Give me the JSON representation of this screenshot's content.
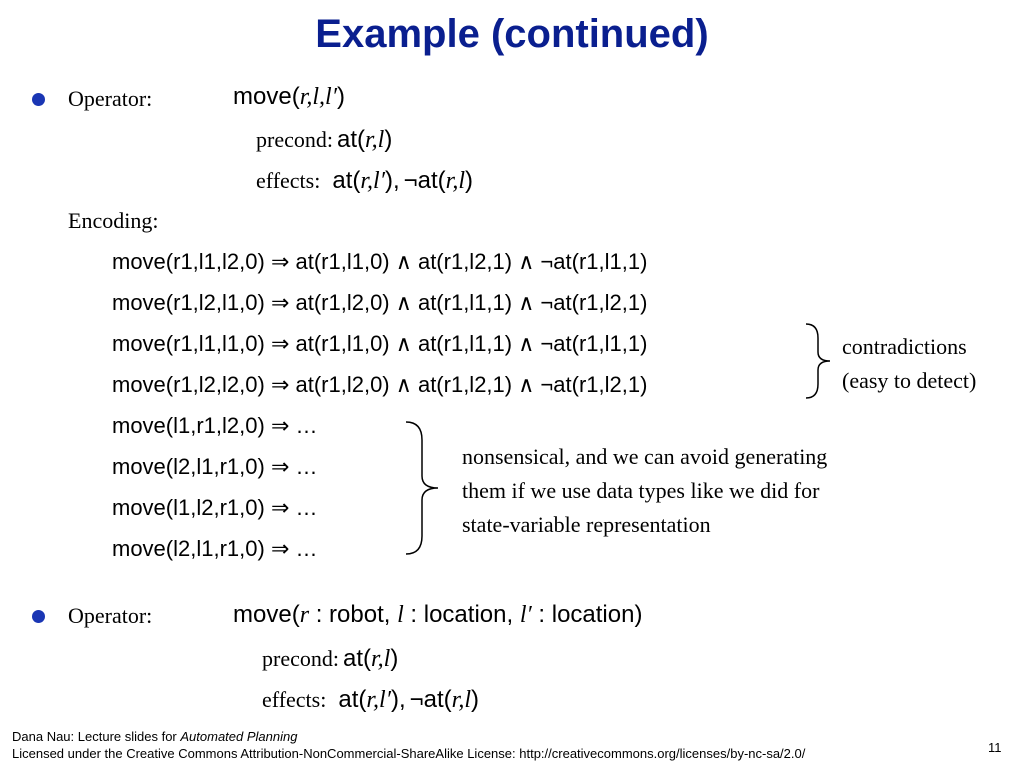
{
  "title": "Example (continued)",
  "op1": {
    "label": "Operator:",
    "name": "move(",
    "args": "r,l,l′",
    "close": ")",
    "precond_label": "precond:",
    "precond_fn": "at(",
    "precond_args": "r,l",
    "effects_label": "effects:",
    "eff1_fn": "at(",
    "eff1_args": "r,l′",
    "eff_sep": "),",
    "neg": "¬at(",
    "eff2_args": "r,l"
  },
  "encoding": {
    "label": "Encoding:",
    "lines": [
      "move(r1,l1,l2,0) ⇒ at(r1,l1,0) ∧ at(r1,l2,1) ∧ ¬at(r1,l1,1)",
      "move(r1,l2,l1,0) ⇒ at(r1,l2,0) ∧ at(r1,l1,1) ∧ ¬at(r1,l2,1)",
      "move(r1,l1,l1,0) ⇒ at(r1,l1,0) ∧ at(r1,l1,1) ∧ ¬at(r1,l1,1)",
      "move(r1,l2,l2,0) ⇒ at(r1,l2,0) ∧ at(r1,l2,1) ∧ ¬at(r1,l2,1)",
      "move(l1,r1,l2,0) ⇒ …",
      "move(l2,l1,r1,0) ⇒ …",
      "move(l1,l2,r1,0) ⇒ …",
      "move(l2,l1,r1,0) ⇒ …"
    ]
  },
  "note_contradictions": [
    "contradictions",
    "(easy to detect)"
  ],
  "note_nonsensical": [
    "nonsensical, and we can avoid generating",
    "them if we use data types like we did for",
    "state-variable representation"
  ],
  "op2": {
    "label": "Operator:",
    "name": "move(",
    "r": "r",
    "r_type": " : robot, ",
    "l": "l",
    "l_type": " : location, ",
    "lp": "l′",
    "lp_type": " : location)",
    "precond_label": "precond:",
    "precond_fn": "at(",
    "precond_args": "r,l",
    "precond_close": ")",
    "effects_label": "effects:",
    "eff1_fn": "at(",
    "eff1_args": "r,l′",
    "eff_sep": "),",
    "neg": "¬at(",
    "eff2_args": "r,l",
    "eff2_close": ")"
  },
  "footer": {
    "line1_prefix": "Dana Nau: Lecture slides for ",
    "line1_italic": "Automated Planning",
    "line2": "Licensed under the Creative Commons Attribution-NonCommercial-ShareAlike License: http://creativecommons.org/licenses/by-nc-sa/2.0/",
    "page": "11"
  },
  "colors": {
    "title": "#0a1f8f",
    "bullet": "#1a36b4"
  }
}
